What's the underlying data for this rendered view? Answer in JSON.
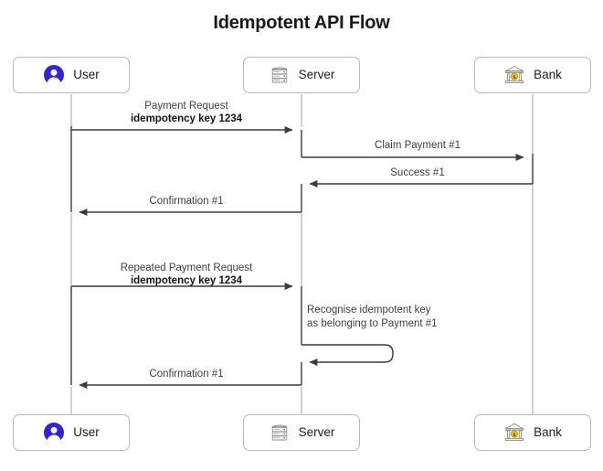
{
  "title": "Idempotent API Flow",
  "colors": {
    "user_icon": "#3023d8",
    "bank_coin": "#f5c518",
    "line": "#4a4a4a",
    "lifeline": "#b3b3b3",
    "box_border": "#b9bbbe",
    "text": "#231f20"
  },
  "participants": [
    {
      "id": "user",
      "label": "User",
      "icon": "user-avatar-icon"
    },
    {
      "id": "server",
      "label": "Server",
      "icon": "server-rack-icon"
    },
    {
      "id": "bank",
      "label": "Bank",
      "icon": "bank-building-icon"
    }
  ],
  "messages": [
    {
      "id": "payment-request",
      "line1": "Payment Request",
      "line2": "idempotency key 1234",
      "from": "user",
      "to": "server",
      "direction": "right"
    },
    {
      "id": "claim-payment",
      "line1": "Claim Payment #1",
      "line2": "",
      "from": "server",
      "to": "bank",
      "direction": "right"
    },
    {
      "id": "success",
      "line1": "Success #1",
      "line2": "",
      "from": "bank",
      "to": "server",
      "direction": "left"
    },
    {
      "id": "confirmation-1",
      "line1": "Confirmation #1",
      "line2": "",
      "from": "server",
      "to": "user",
      "direction": "left"
    },
    {
      "id": "repeated-payment-request",
      "line1": "Repeated Payment Request",
      "line2": "idempotency key 1234",
      "from": "user",
      "to": "server",
      "direction": "right"
    },
    {
      "id": "recognise-idempotent-key",
      "line1": "Recognise idempotent key",
      "line2": "as belonging to Payment #1",
      "from": "server",
      "to": "server",
      "direction": "self"
    },
    {
      "id": "confirmation-2",
      "line1": "Confirmation #1",
      "line2": "",
      "from": "server",
      "to": "user",
      "direction": "left"
    }
  ]
}
